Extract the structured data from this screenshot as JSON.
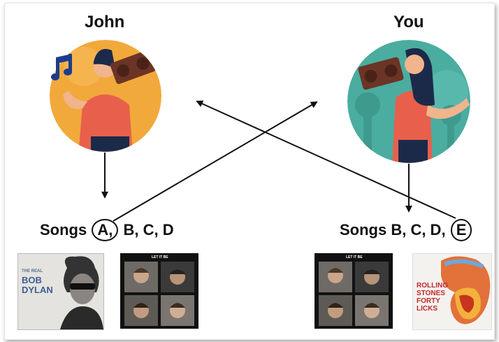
{
  "people": {
    "left_name": "John",
    "right_name": "You"
  },
  "songs": {
    "left_prefix": "Songs",
    "left_circled": "A,",
    "left_rest": "B, C, D",
    "right_prefix": "Songs B, C, D,",
    "right_circled": "E"
  },
  "albums": {
    "dylan_small_top": "THE REAL",
    "dylan_title_1": "BOB",
    "dylan_title_2": "DYLAN",
    "beatles_title": "LET IT BE",
    "stones_line_1": "ROLLING",
    "stones_line_2": "STONES",
    "stones_line_3": "FORTY",
    "stones_line_4": "LICKS"
  },
  "colors": {
    "john_bg": "#f2a93b",
    "you_bg": "#4aada0",
    "shirt": "#e8604c",
    "hair": "#1c2a4a",
    "radio": "#6b3426",
    "arrow": "#111111"
  }
}
